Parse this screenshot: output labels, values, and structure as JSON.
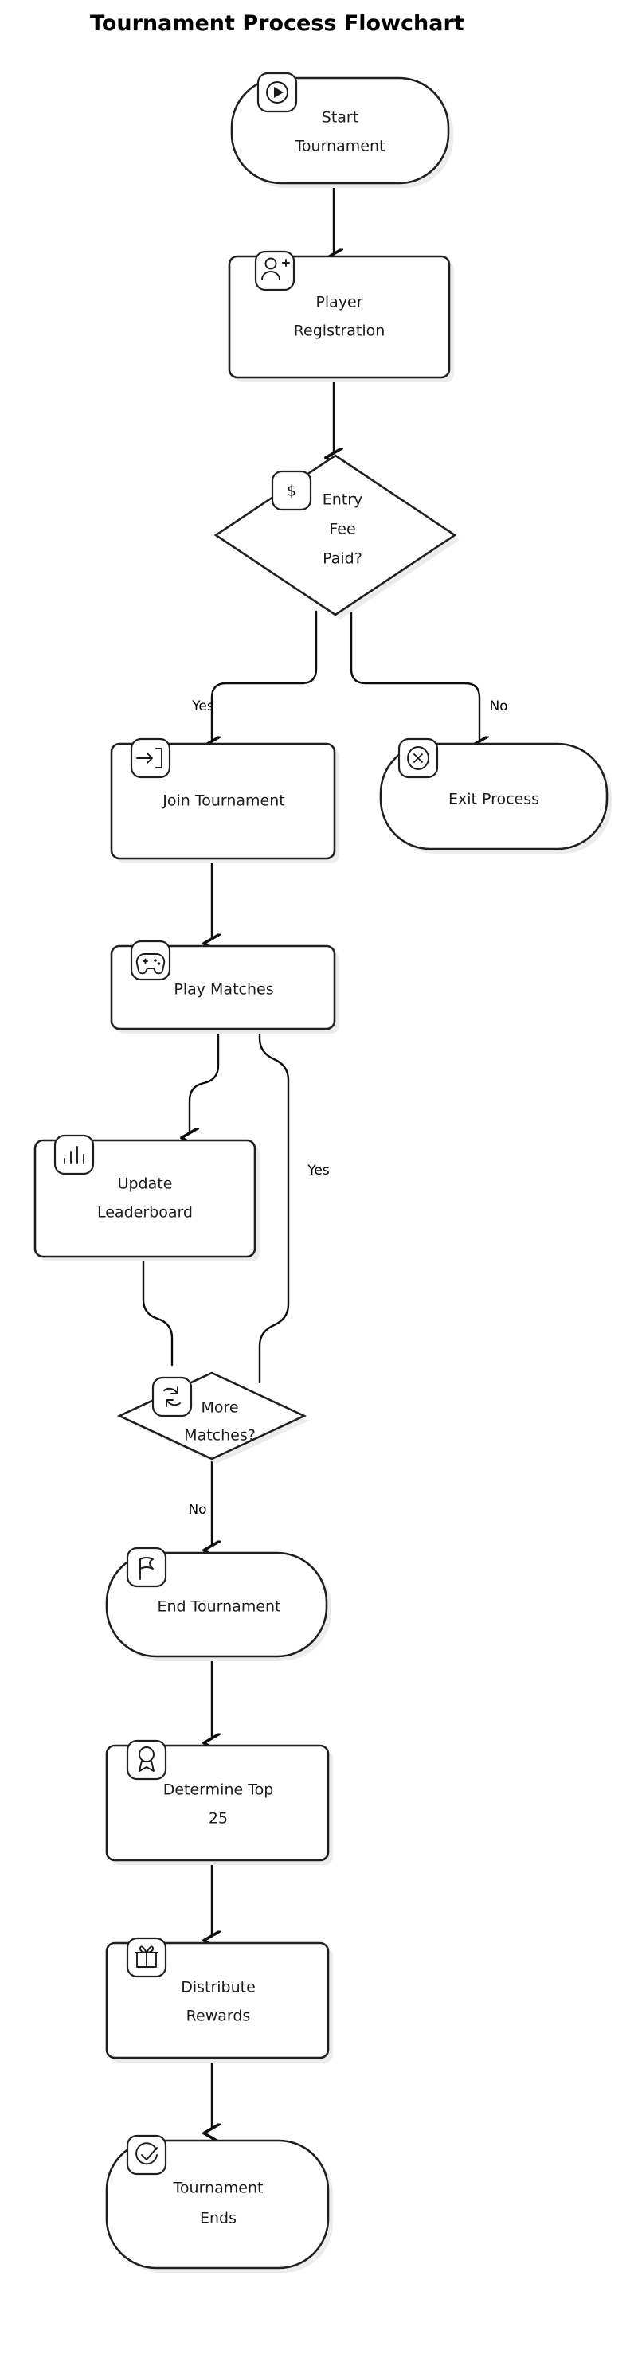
{
  "title": "Tournament Process Flowchart",
  "diagram": {
    "type": "flowchart",
    "direction": "top-to-bottom",
    "nodes": [
      {
        "id": "start",
        "label_line1": "Start",
        "label_line2": "Tournament",
        "shape": "stadium",
        "icon": "play-circle-icon"
      },
      {
        "id": "registration",
        "label_line1": "Player",
        "label_line2": "Registration",
        "shape": "rounded-rect",
        "icon": "user-plus-icon"
      },
      {
        "id": "fee",
        "label_line1": "Entry",
        "label_line2": "Fee",
        "label_line3": "Paid?",
        "shape": "diamond",
        "icon": "dollar-icon"
      },
      {
        "id": "join",
        "label_line1": "Join Tournament",
        "label_line2": "",
        "shape": "rounded-rect",
        "icon": "login-icon"
      },
      {
        "id": "exit",
        "label_line1": "Exit Process",
        "label_line2": "",
        "shape": "stadium",
        "icon": "x-circle-icon"
      },
      {
        "id": "play",
        "label_line1": "Play Matches",
        "label_line2": "",
        "shape": "rounded-rect",
        "icon": "gamepad-icon"
      },
      {
        "id": "leaderboard",
        "label_line1": "Update",
        "label_line2": "Leaderboard",
        "shape": "rounded-rect",
        "icon": "bar-chart-icon"
      },
      {
        "id": "more",
        "label_line1": "More",
        "label_line2": "Matches?",
        "shape": "diamond",
        "icon": "refresh-icon"
      },
      {
        "id": "end",
        "label_line1": "End Tournament",
        "label_line2": "",
        "shape": "stadium",
        "icon": "flag-icon"
      },
      {
        "id": "top25",
        "label_line1": "Determine Top",
        "label_line2": "25",
        "shape": "rounded-rect",
        "icon": "award-icon"
      },
      {
        "id": "rewards",
        "label_line1": "Distribute",
        "label_line2": "Rewards",
        "shape": "rounded-rect",
        "icon": "gift-icon"
      },
      {
        "id": "ends",
        "label_line1": "Tournament",
        "label_line2": "Ends",
        "shape": "stadium",
        "icon": "check-circle-icon"
      }
    ],
    "edges": [
      {
        "from": "start",
        "to": "registration",
        "label": ""
      },
      {
        "from": "registration",
        "to": "fee",
        "label": ""
      },
      {
        "from": "fee",
        "to": "join",
        "label": "Yes"
      },
      {
        "from": "fee",
        "to": "exit",
        "label": "No"
      },
      {
        "from": "join",
        "to": "play",
        "label": ""
      },
      {
        "from": "play",
        "to": "leaderboard",
        "label": ""
      },
      {
        "from": "leaderboard",
        "to": "more",
        "label": ""
      },
      {
        "from": "more",
        "to": "play",
        "label": "Yes"
      },
      {
        "from": "more",
        "to": "end",
        "label": "No"
      },
      {
        "from": "end",
        "to": "top25",
        "label": ""
      },
      {
        "from": "top25",
        "to": "rewards",
        "label": ""
      },
      {
        "from": "rewards",
        "to": "ends",
        "label": ""
      }
    ],
    "edge_labels": {
      "fee_yes": "Yes",
      "fee_no": "No",
      "more_yes": "Yes",
      "more_no": "No"
    },
    "colors": {
      "background": "#ffffff",
      "node_fill": "#ffffff",
      "node_stroke": "#1f1f1f",
      "edge_stroke": "#0d0d0d",
      "text": "#1b1b1b",
      "shadow": "#ececec"
    }
  }
}
